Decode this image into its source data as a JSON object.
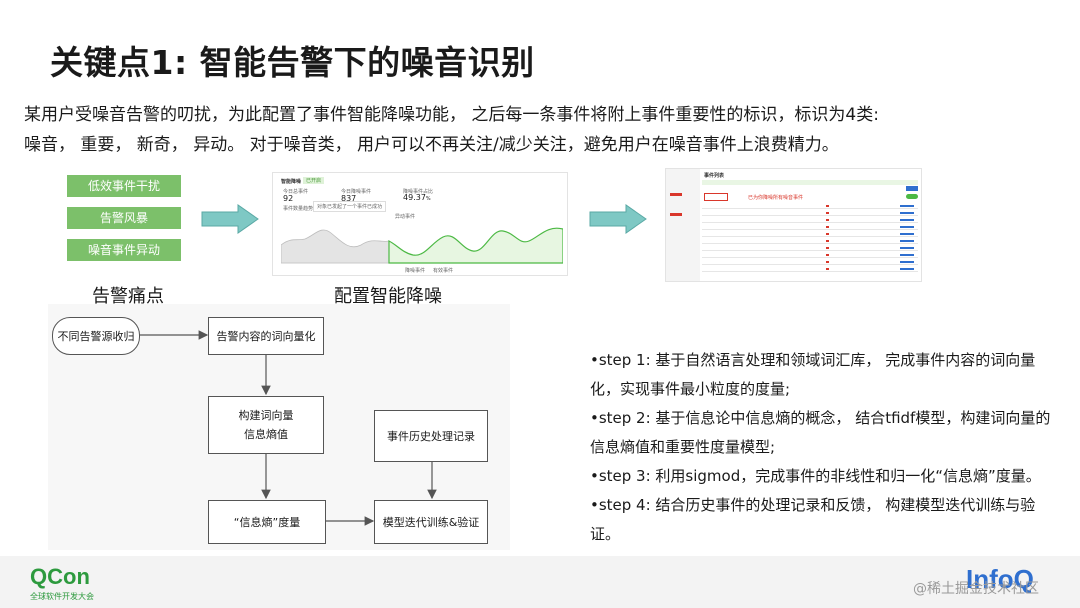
{
  "title": "关键点1: 智能告警下的噪音识别",
  "intro": {
    "line1": "某用户受噪音告警的叨扰，为此配置了事件智能降噪功能， 之后每一条事件将附上事件重要性的标识，标识为4类:",
    "line2": "噪音， 重要， 新奇， 异动。 对于噪音类， 用户可以不再关注/减少关注，避免用户在噪音事件上浪费精力。"
  },
  "pain_points": [
    "低效事件干扰",
    "告警风暴",
    "噪音事件异动"
  ],
  "captions": {
    "pain": "告警痛点",
    "config": "配置智能降噪"
  },
  "dashboard": {
    "header": "智能降噪",
    "badge": "已开启",
    "stats": [
      {
        "label": "今日总事件",
        "value": "92"
      },
      {
        "label": "今日降噪事件",
        "value": "837"
      },
      {
        "label": "降噪事件占比",
        "value": "49.37",
        "unit": "%"
      }
    ],
    "chart_label": "事件数量趋势分布",
    "tooltip": "对象已发起了一个事件已成功",
    "inner_label": "异动事件",
    "legend": [
      "降噪事件",
      "有效事件"
    ]
  },
  "event_list": {
    "header": "事件列表",
    "alert_text": "已为你降噪所有噪音事件",
    "row_count": 10
  },
  "flow": {
    "source": "不同告警源收归",
    "vectorize": "告警内容的词向量化",
    "build_line1": "构建词向量",
    "build_line2": "信息熵值",
    "history": "事件历史处理记录",
    "entropy": "“信息熵”度量",
    "train": "模型迭代训练&验证"
  },
  "steps": [
    "•step 1: 基于自然语言处理和领域词汇库， 完成事件内容的词向量化，实现事件最小粒度的度量;",
    "•step 2: 基于信息论中信息熵的概念， 结合tfidf模型，构建词向量的信息熵值和重要性度量模型;",
    "•step 3: 利用sigmod，完成事件的非线性和归一化“信息熵”度量。",
    "•step 4: 结合历史事件的处理记录和反馈， 构建模型迭代训练与验证。"
  ],
  "footer": {
    "qcon": "QCon",
    "qcon_sub": "全球软件开发大会",
    "infoq": "InfoQ",
    "watermark": "@稀土掘金技术社区"
  },
  "colors": {
    "green": "#7cc06a",
    "arrow": "#7ec8c4",
    "red": "#d9372b",
    "blue": "#2f6fcf"
  }
}
